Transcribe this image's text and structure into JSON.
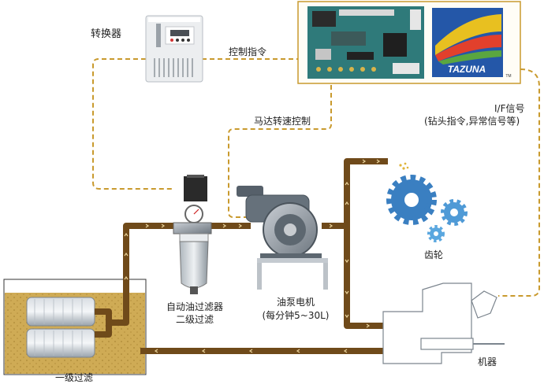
{
  "labels": {
    "converter": "转换器",
    "control_command": "控制指令",
    "motor_speed_control": "马达转速控制",
    "if_signal": "I/F信号",
    "if_signal_detail": "(钻头指令,异常信号等)",
    "gear": "齿轮",
    "auto_filter_line1": "自动油过滤器",
    "auto_filter_line2": "二级过滤",
    "pump_motor_line1": "油泵电机",
    "pump_motor_line2": "(每分钟5~30L)",
    "machine": "机器",
    "primary_filter": "一级过滤"
  },
  "logo": {
    "text": "TAZUNA",
    "tm": "TM"
  },
  "colors": {
    "oil_pipe": "#7a5320",
    "oil_pipe_dark": "#5e3d12",
    "signal_line": "#c99a2e",
    "tank_oil": "#c8a24a",
    "gear_blue": "#3a7fc1"
  },
  "icons": [
    "converter-device-icon",
    "control-board-icon",
    "tazuna-logo-icon",
    "filter-icon",
    "pump-motor-icon",
    "gears-icon",
    "machine-icon",
    "tank-icon"
  ]
}
